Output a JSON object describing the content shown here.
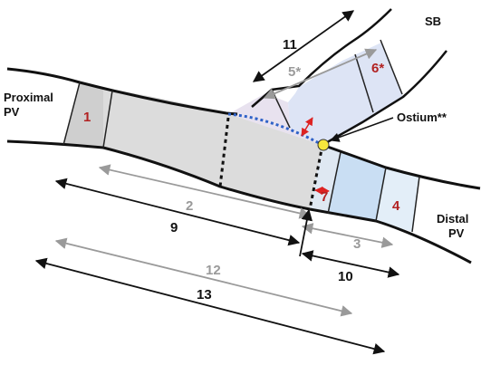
{
  "labels": {
    "proximal_pv_line1": "Proximal",
    "proximal_pv_line2": "PV",
    "distal_pv_line1": "Distal",
    "distal_pv_line2": "PV",
    "sb": "SB",
    "ostium": "Ostium**"
  },
  "segments": {
    "s1": "1",
    "s2": "2",
    "s3": "3",
    "s4": "4",
    "s5": "5*",
    "s6": "6*",
    "s7": "7",
    "s9": "9",
    "s10": "10",
    "s11": "11",
    "s12": "12",
    "s13": "13"
  },
  "colors": {
    "red_label": "#b22222",
    "gray_label": "#9a9a9a",
    "black": "#111111",
    "vessel_gray": "#dcdcdc",
    "distal_blue": "#cfe3f5",
    "sb_blue": "#dfe6f5",
    "ostium_dot": "#f5e63c",
    "carina_dots": "#2f62c8"
  }
}
